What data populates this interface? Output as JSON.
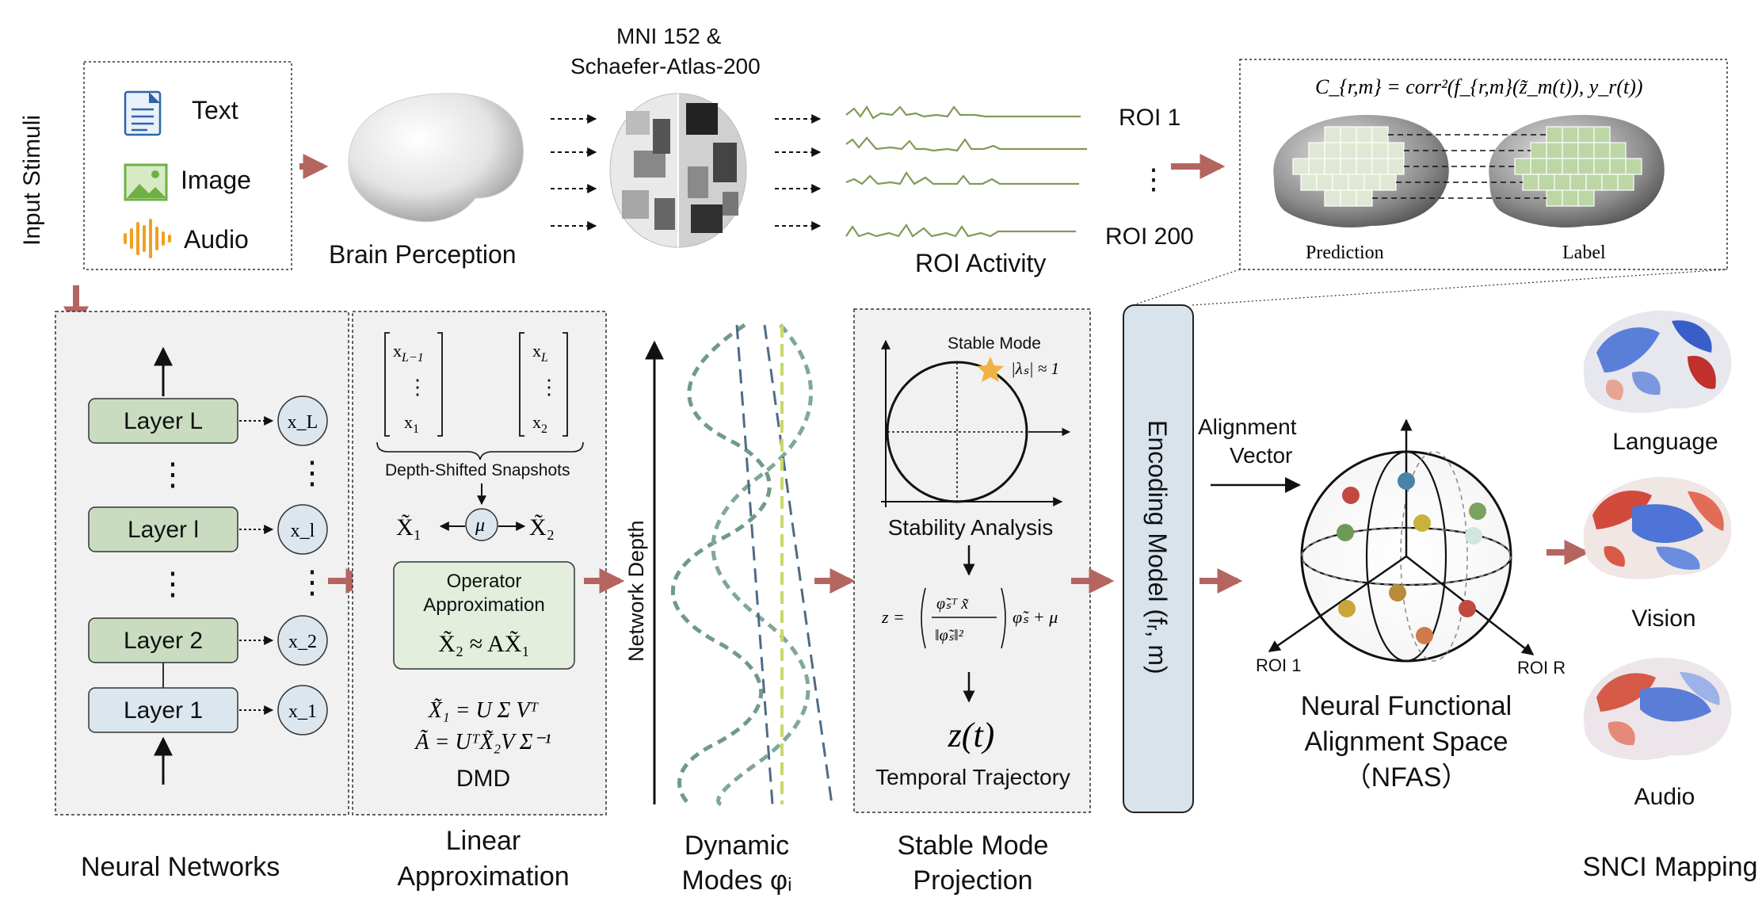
{
  "colors": {
    "arrow_red": "#b56560",
    "layer_green": "#c9dcc0",
    "layer_blue": "#dbe6ee",
    "panel_gray": "#f1f1f1",
    "encoder_fill": "#d9e3ec",
    "mode_dash_1": "#6f9a8a",
    "mode_dash_2": "#4f6b86",
    "mode_yellow": "#c9d86a",
    "star": "#f2b243"
  },
  "input": {
    "side_label": "Input Stimuli",
    "items": [
      {
        "icon": "text-document-icon",
        "label": "Text"
      },
      {
        "icon": "image-icon",
        "label": "Image"
      },
      {
        "icon": "audio-waveform-icon",
        "label": "Audio"
      }
    ]
  },
  "brain_perception": {
    "label": "Brain Perception"
  },
  "atlas": {
    "title_line1": "MNI 152 &",
    "title_line2": "Schaefer-Atlas-200"
  },
  "roi": {
    "first": "ROI 1",
    "ellipsis": "⋮",
    "last": "ROI 200",
    "label": "ROI Activity"
  },
  "correlation": {
    "formula": "C_{r,m} = corr²(f_{r,m}(z̃_m(t)), y_r(t))",
    "prediction": "Prediction",
    "label": "Label"
  },
  "neural_networks": {
    "caption": "Neural Networks",
    "layers": [
      {
        "label": "Layer L",
        "node": "x_L"
      },
      {
        "label": "Layer l",
        "node": "x_l"
      },
      {
        "label": "Layer 2",
        "node": "x_2"
      },
      {
        "label": "Layer 1",
        "node": "x_1"
      }
    ],
    "vdots": "⋮"
  },
  "linear_approx": {
    "caption_line1": "Linear",
    "caption_line2": "Approximation",
    "snapshots": "Depth-Shifted Snapshots",
    "x1_tilde": "X̃₁",
    "x2_tilde": "X̃₂",
    "mu": "μ",
    "operator_line1": "Operator",
    "operator_line2": "Approximation",
    "operator_eq": "X̃₂ ≈ AX̃₁",
    "svd_eq": "X̃₁ = U Σ Vᵀ",
    "a_eq": "Ã = UᵀX̃₂V Σ⁻¹",
    "dmd": "DMD"
  },
  "dynamic_modes": {
    "caption_line1": "Dynamic",
    "caption_line2": "Modes φᵢ",
    "axis": "Network Depth"
  },
  "stable_mode": {
    "caption_line1": "Stable Mode",
    "caption_line2": "Projection",
    "stable_label": "Stable Mode",
    "lambda": "|λₛ| ≈ 1",
    "analysis": "Stability Analysis",
    "z_eq_left": "z =",
    "z_eq_tail": "φ̃ₛ + μ",
    "z_num": "φ̃ₛᵀ x̃",
    "z_den": "‖φ̃ₛ‖²",
    "zt": "z(t)",
    "trajectory": "Temporal Trajectory"
  },
  "encoding_model": {
    "label": "Encoding Model (fᵣ, m)"
  },
  "nfas": {
    "alignment_line1": "Alignment",
    "alignment_line2": "Vector",
    "roi1": "ROI 1",
    "roir": "ROI R",
    "title_line1": "Neural Functional",
    "title_line2": "Alignment Space",
    "title_line3": "（NFAS）"
  },
  "snci": {
    "caption": "SNCI Mapping",
    "maps": [
      "Language",
      "Vision",
      "Audio"
    ]
  }
}
